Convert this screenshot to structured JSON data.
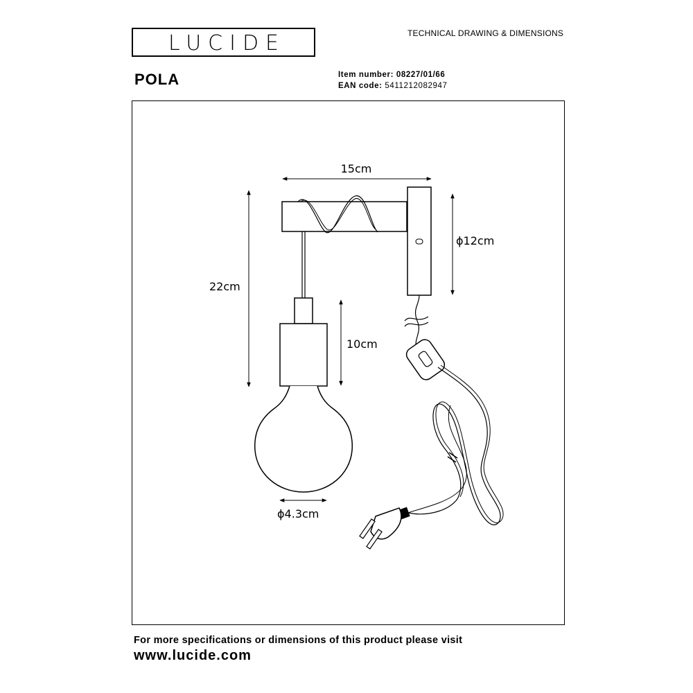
{
  "header": {
    "brand": "LUCIDE",
    "document_type": "TECHNICAL DRAWING & DIMENSIONS"
  },
  "product": {
    "name": "POLA",
    "item_number_label": "Item number:",
    "item_number": "08227/01/66",
    "ean_label": "EAN code:",
    "ean": "5411212082947"
  },
  "dimensions": {
    "width": "15cm",
    "wall_plate_diameter": "ϕ12cm",
    "height": "22cm",
    "shade_height": "10cm",
    "bulb_diameter": "ϕ4.3cm"
  },
  "footer": {
    "note": "For more specifications or dimensions of this product please visit",
    "url": "www.lucide.com"
  }
}
